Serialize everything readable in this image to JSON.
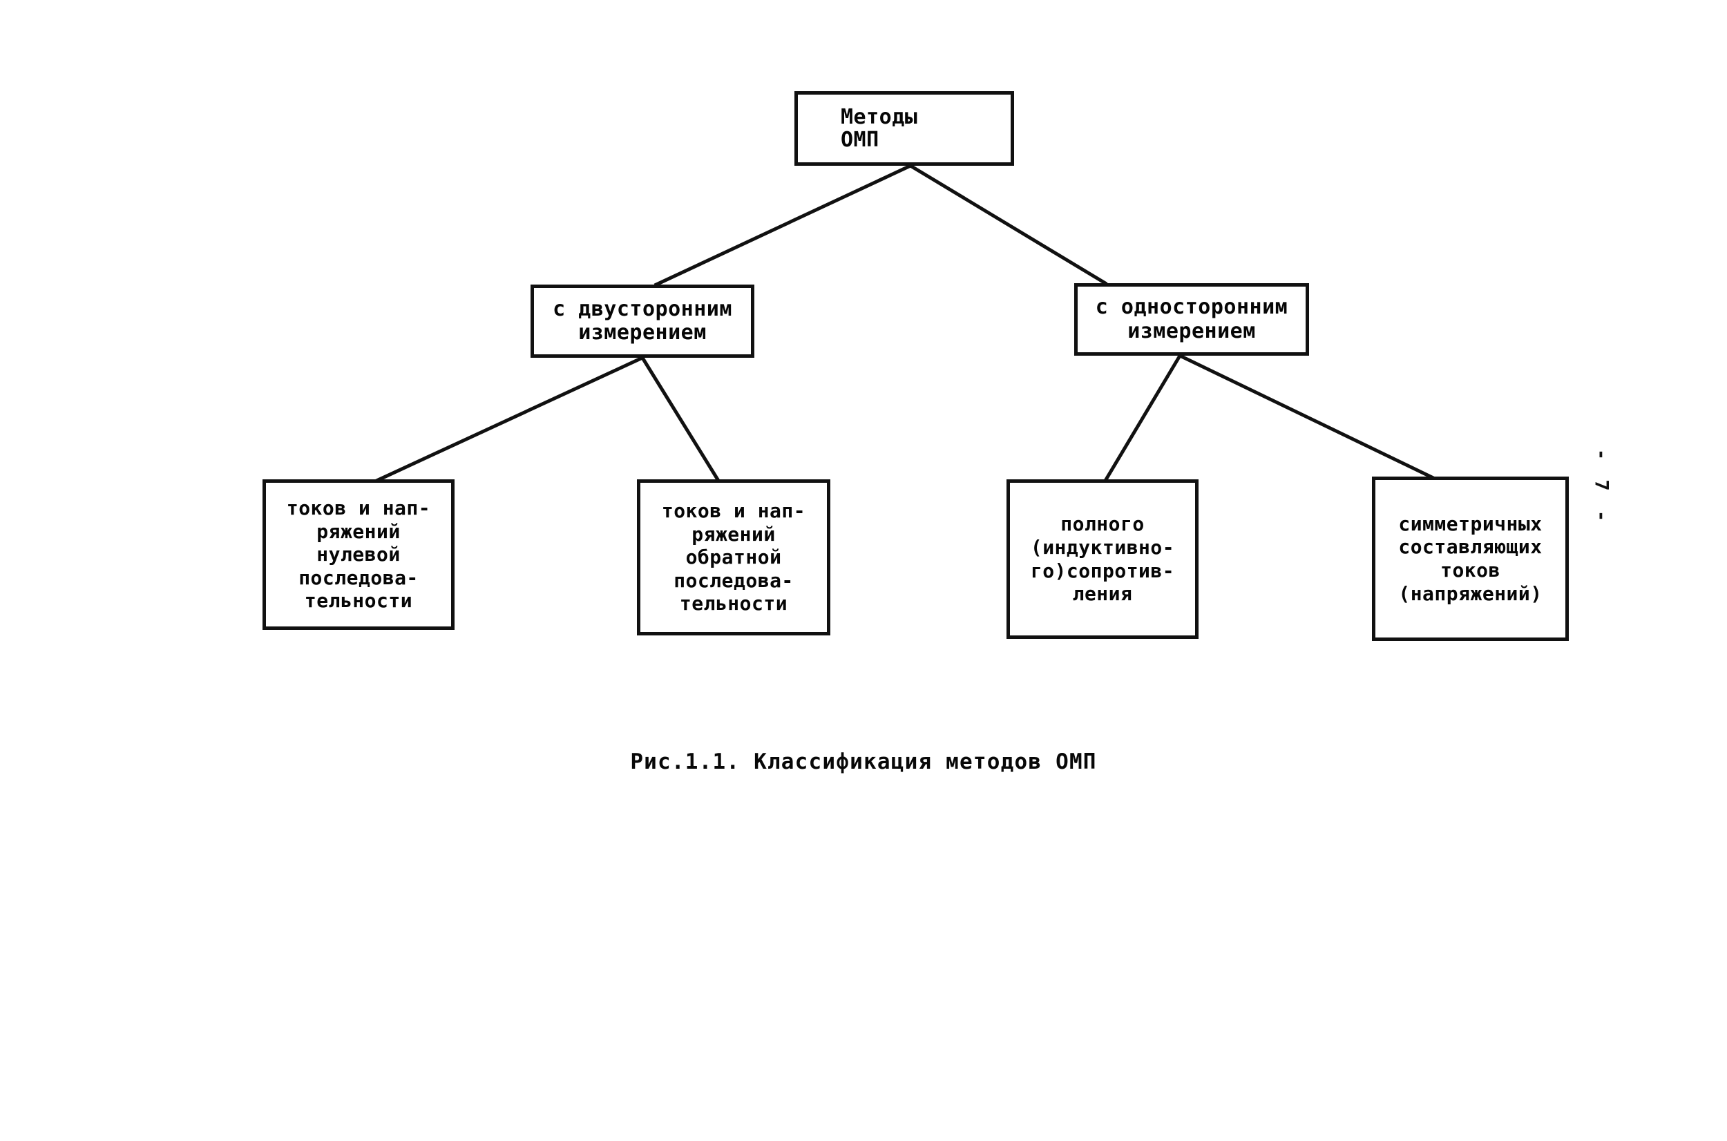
{
  "figure": {
    "caption": "Рис.1.1. Классификация методов ОМП",
    "page_marker": "- 7 -",
    "line_color": "#111111",
    "text_color": "#080808",
    "background": "#ffffff"
  },
  "tree": {
    "root": {
      "label": "Методы\nОМП"
    },
    "level2": [
      {
        "label": "с двусторонним\nизмерением"
      },
      {
        "label": "с односторонним\nизмерением"
      }
    ],
    "leaves": [
      {
        "label": "токов и нап-\nряжений\nнулевой\nпоследова-\nтельности"
      },
      {
        "label": "токов и нап-\nряжений\nобратной\nпоследова-\nтельности"
      },
      {
        "label": "полного\n(индуктивно-\nго)сопротив-\nления"
      },
      {
        "label": "симметричных\nсоставляющих\nтоков\n(напряжений)"
      }
    ]
  },
  "chart_data": {
    "type": "diagram",
    "title": "Рис.1.1. Классификация методов ОМП",
    "nodes": [
      {
        "id": "root",
        "label": "Методы ОМП",
        "level": 0
      },
      {
        "id": "two-sided",
        "label": "с двусторонним измерением",
        "level": 1
      },
      {
        "id": "one-sided",
        "label": "с односторонним измерением",
        "level": 1
      },
      {
        "id": "zero-seq",
        "label": "токов и напряжений нулевой последовательности",
        "level": 2
      },
      {
        "id": "neg-seq",
        "label": "токов и напряжений обратной последовательности",
        "level": 2
      },
      {
        "id": "impedance",
        "label": "полного (индуктивного) сопротивления",
        "level": 2
      },
      {
        "id": "sym-comp",
        "label": "симметричных составляющих токов (напряжений)",
        "level": 2
      }
    ],
    "edges": [
      {
        "from": "root",
        "to": "two-sided"
      },
      {
        "from": "root",
        "to": "one-sided"
      },
      {
        "from": "two-sided",
        "to": "zero-seq"
      },
      {
        "from": "two-sided",
        "to": "neg-seq"
      },
      {
        "from": "one-sided",
        "to": "impedance"
      },
      {
        "from": "one-sided",
        "to": "sym-comp"
      }
    ]
  }
}
